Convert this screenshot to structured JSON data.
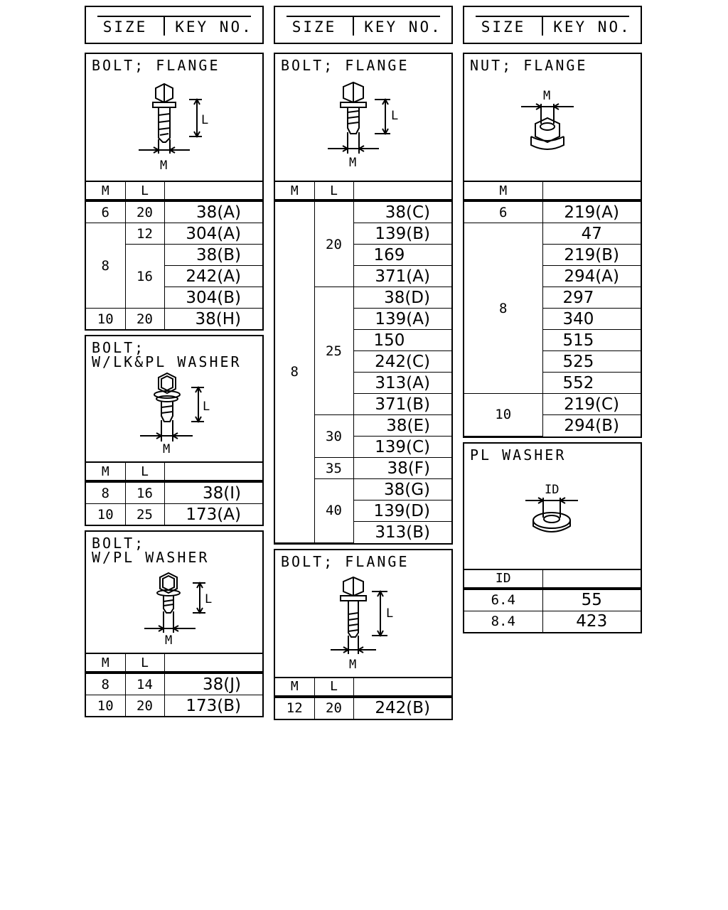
{
  "header": {
    "size": "SIZE",
    "key": "KEY NO."
  },
  "labels": {
    "M": "M",
    "L": "L",
    "ID": "ID"
  },
  "p1": {
    "title": "BOLT; FLANGE",
    "rows": [
      {
        "m": "6",
        "l": "20",
        "key": "38(A)"
      },
      {
        "m": "8",
        "l": "12",
        "key": "304(A)"
      },
      {
        "l": "16",
        "key": "38(B)"
      },
      {
        "key": "242(A)"
      },
      {
        "key": "304(B)"
      },
      {
        "m": "10",
        "l": "20",
        "key": "38(H)"
      }
    ]
  },
  "p2": {
    "title": "BOLT;\nW/LK&PL WASHER",
    "rows": [
      {
        "m": "8",
        "l": "16",
        "key": "38(I)"
      },
      {
        "m": "10",
        "l": "25",
        "key": "173(A)"
      }
    ]
  },
  "p3": {
    "title": "BOLT;\nW/PL WASHER",
    "rows": [
      {
        "m": "8",
        "l": "14",
        "key": "38(J)"
      },
      {
        "m": "10",
        "l": "20",
        "key": "173(B)"
      }
    ]
  },
  "p4": {
    "title": "BOLT; FLANGE",
    "m": "8",
    "groups": [
      {
        "l": "20",
        "keys": [
          "38(C)",
          "139(B)",
          "169",
          "371(A)"
        ]
      },
      {
        "l": "25",
        "keys": [
          "38(D)",
          "139(A)",
          "150",
          "242(C)",
          "313(A)",
          "371(B)"
        ]
      },
      {
        "l": "30",
        "keys": [
          "38(E)",
          "139(C)"
        ]
      },
      {
        "l": "35",
        "keys": [
          "38(F)"
        ]
      },
      {
        "l": "40",
        "keys": [
          "38(G)",
          "139(D)",
          "313(B)"
        ]
      }
    ]
  },
  "p5": {
    "title": "BOLT; FLANGE",
    "rows": [
      {
        "m": "12",
        "l": "20",
        "key": "242(B)"
      }
    ]
  },
  "p6": {
    "title": "NUT; FLANGE",
    "groups": [
      {
        "m": "6",
        "keys": [
          "219(A)"
        ]
      },
      {
        "m": "8",
        "keys": [
          "47",
          "219(B)",
          "294(A)",
          "297",
          "340",
          "515",
          "525",
          "552"
        ]
      },
      {
        "m": "10",
        "keys": [
          "219(C)",
          "294(B)"
        ]
      }
    ]
  },
  "p7": {
    "title": "PL WASHER",
    "rows": [
      {
        "id": "6.4",
        "key": "55"
      },
      {
        "id": "8.4",
        "key": "423"
      }
    ]
  }
}
